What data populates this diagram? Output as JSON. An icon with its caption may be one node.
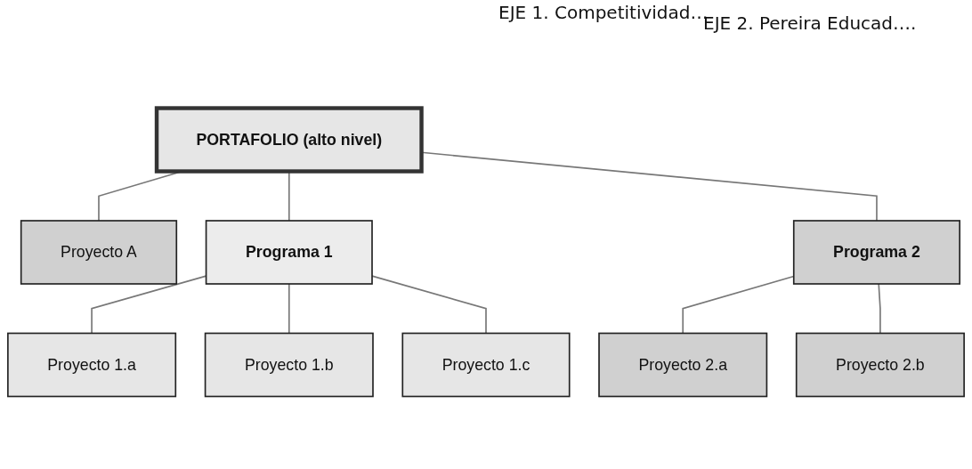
{
  "diagram": {
    "nodes": [
      {
        "text": [
          "PORTAFOLIO (alto nivel)"
        ]
      },
      {
        "text": [
          "Proyecto A"
        ]
      },
      {
        "text": [
          "Programa 1"
        ]
      },
      {
        "text": [
          "Programa 2"
        ]
      },
      {
        "text": [
          "Proyecto 1.a"
        ]
      },
      {
        "text": [
          "Proyecto 1.b"
        ]
      },
      {
        "text": [
          "Proyecto 1.c"
        ]
      },
      {
        "text": [
          "Proyecto 2.a"
        ]
      },
      {
        "text": [
          "Proyecto 2.b"
        ]
      }
    ],
    "edges": [
      {
        "from": 0,
        "to": 1,
        "arrow": "none"
      },
      {
        "from": 0,
        "to": 2,
        "arrow": "none"
      },
      {
        "from": 0,
        "to": 3,
        "arrow": "none"
      },
      {
        "from": 2,
        "to": 4,
        "arrow": "none"
      },
      {
        "from": 2,
        "to": 5,
        "arrow": "none"
      },
      {
        "from": 2,
        "to": 6,
        "arrow": "none"
      },
      {
        "from": 3,
        "to": 7,
        "arrow": "none"
      },
      {
        "from": 3,
        "to": 8,
        "arrow": "none"
      }
    ],
    "labels": [
      "EJE 1. Competitividad…",
      "EJE 2. Pereira Educad…."
    ]
  }
}
